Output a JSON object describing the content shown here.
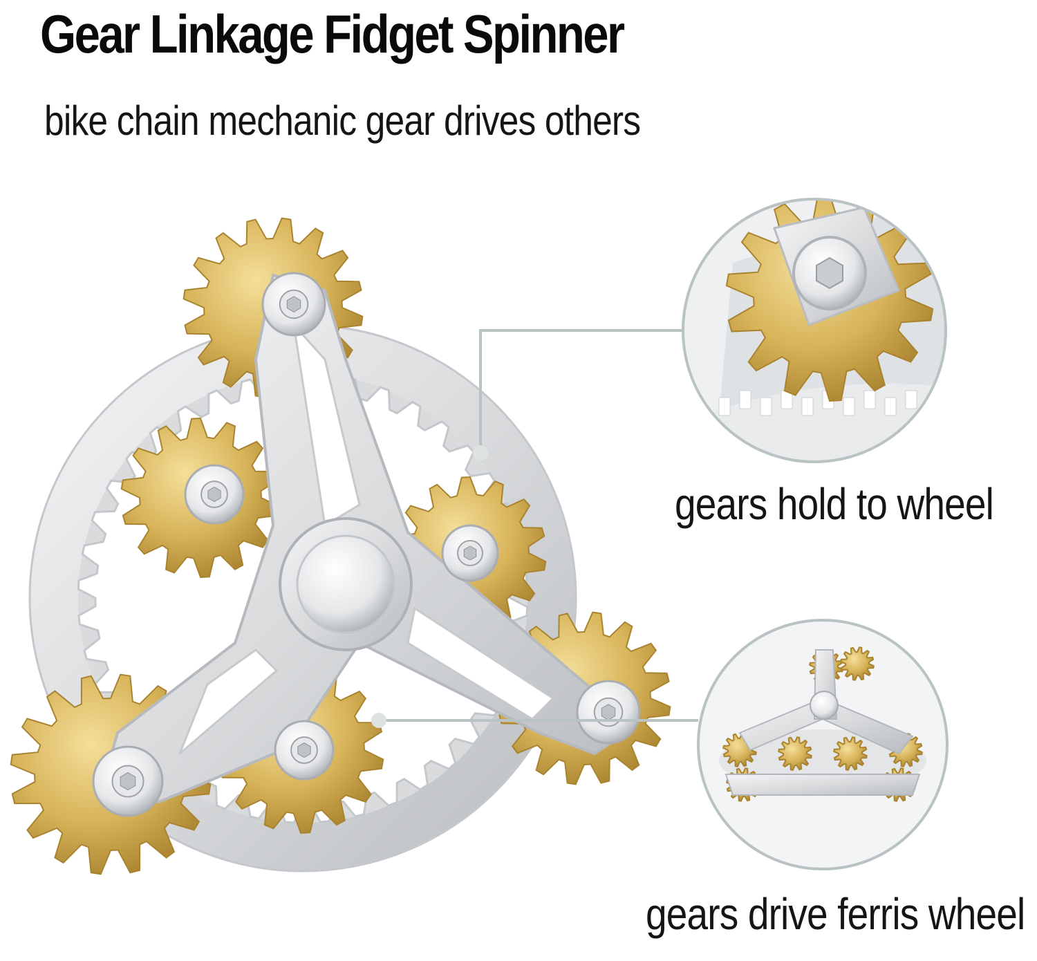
{
  "title": "Gear Linkage Fidget Spinner",
  "subtitle": "bike chain mechanic gear drives others",
  "callouts": [
    {
      "label": "gears hold to wheel"
    },
    {
      "label": "gears drive ferris wheel"
    }
  ],
  "colors": {
    "brass": "#d8b45a",
    "brass_dark": "#a9832f",
    "silver": "#d9dbdd",
    "silver_light": "#f2f3f4",
    "leader_line": "#b9c3c3"
  }
}
